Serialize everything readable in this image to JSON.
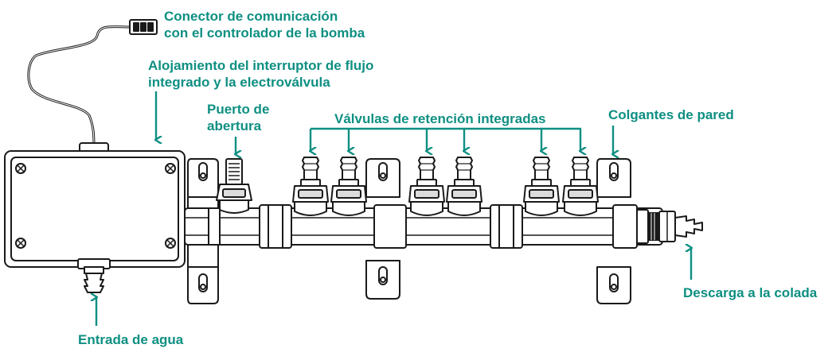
{
  "colors": {
    "accent": "#0e8f82",
    "line": "#1a1a1a",
    "fill": "#ffffff",
    "shade": "#9a9a9a"
  },
  "labels": {
    "connector": [
      "Conector de comunicación",
      "con el controlador de la bomba"
    ],
    "housing": [
      "Alojamiento del interruptor de flujo",
      "integrado y la electroválvula"
    ],
    "vent_port": [
      "Puerto de",
      "abertura"
    ],
    "check_valves": "Válvulas de retención integradas",
    "wall_hangers": "Colgantes de pared",
    "drain": "Descarga a la colada",
    "water_inlet": "Entrada de agua"
  },
  "icons": [
    "callout-arrow-icon",
    "screw-icon",
    "hose-barb-icon"
  ]
}
